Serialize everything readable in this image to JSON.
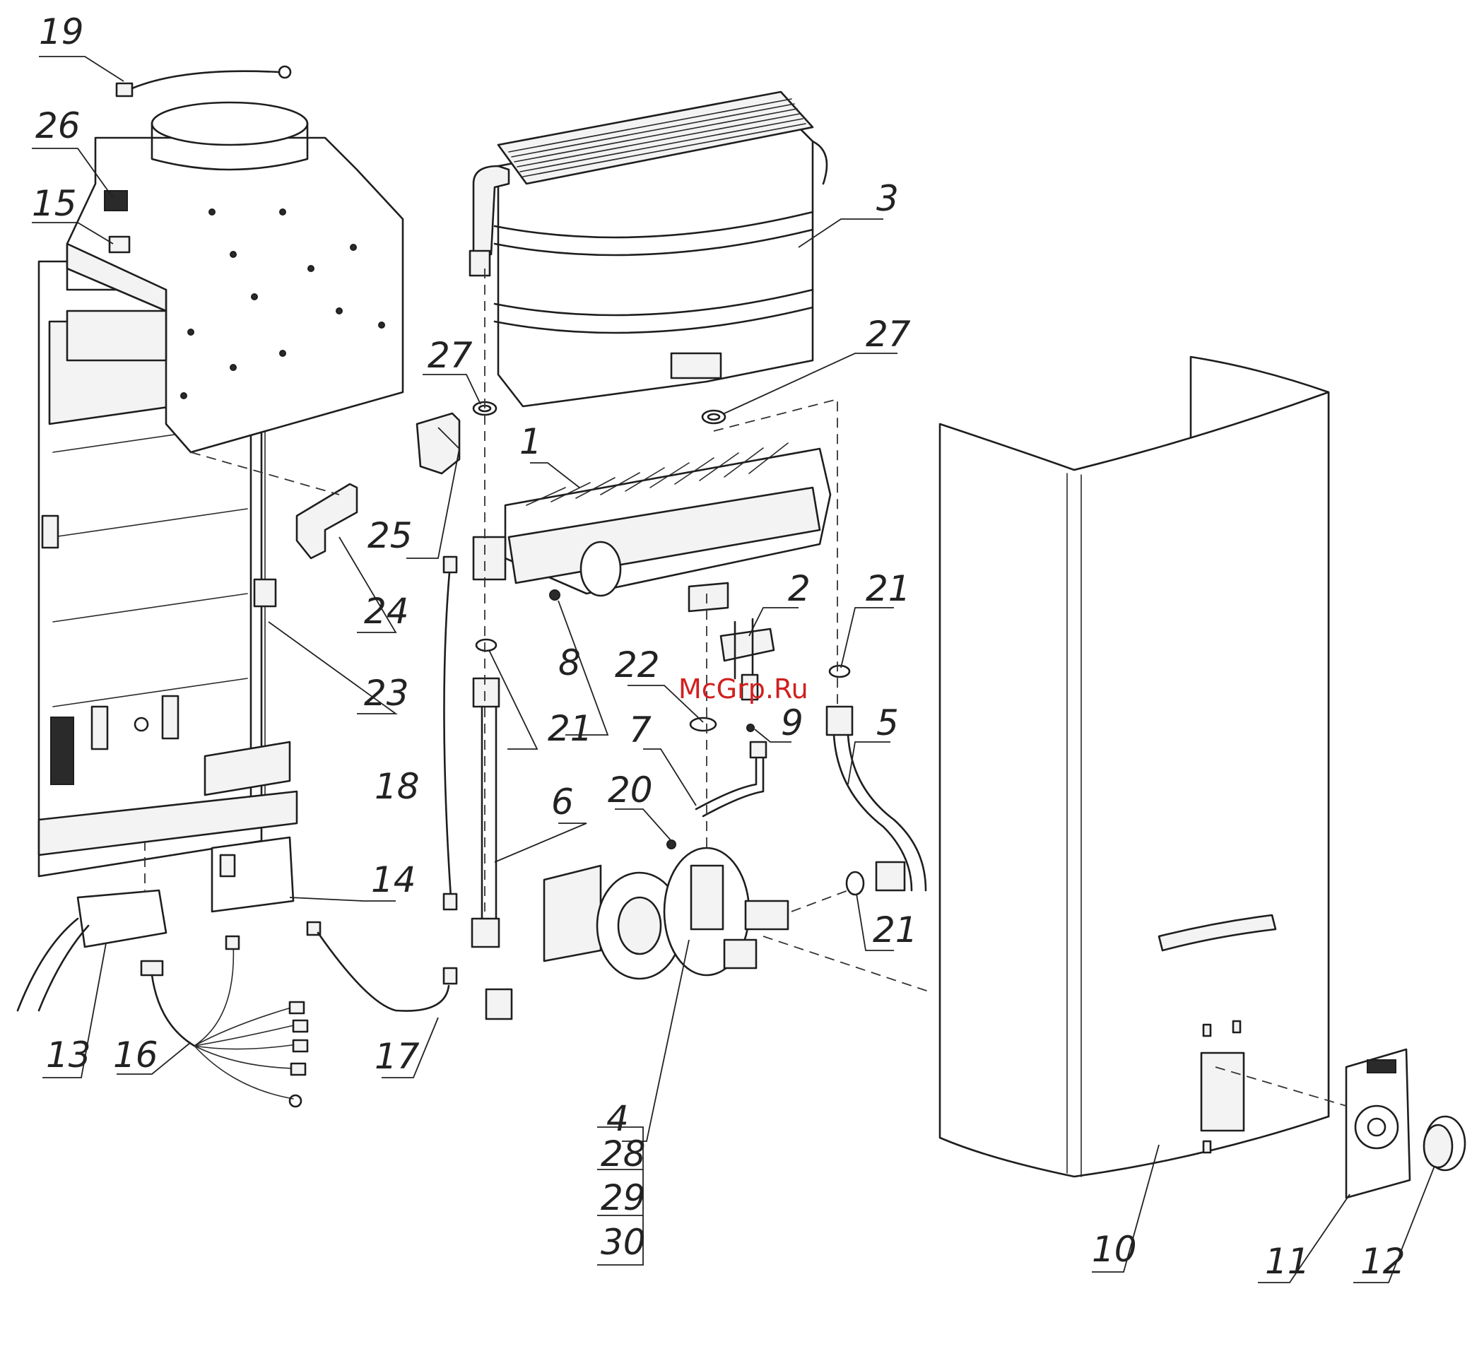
{
  "watermark": "McGrp.Ru",
  "callouts": {
    "c1": "1",
    "c2": "2",
    "c3": "3",
    "c4": "4",
    "c5": "5",
    "c6": "6",
    "c7": "7",
    "c8": "8",
    "c9": "9",
    "c10": "10",
    "c11": "11",
    "c12": "12",
    "c13": "13",
    "c14": "14",
    "c15": "15",
    "c16": "16",
    "c17": "17",
    "c18": "18",
    "c19": "19",
    "c20": "20",
    "c21a": "21",
    "c21b": "21",
    "c21c": "21",
    "c22": "22",
    "c23": "23",
    "c24": "24",
    "c25": "25",
    "c26": "26",
    "c27a": "27",
    "c27b": "27",
    "c28": "28",
    "c29": "29",
    "c30": "30"
  }
}
